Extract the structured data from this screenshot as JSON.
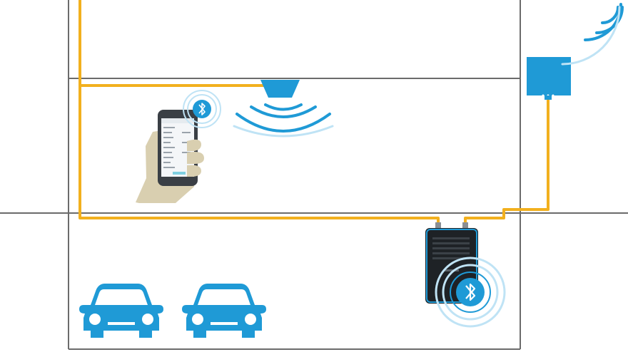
{
  "diagram": {
    "colors": {
      "wall": "#6b6b6b",
      "cable": "#f2b01e",
      "blue": "#1f9ad6",
      "wave_light": "#bfe3f5",
      "hand": "#d9cfb0",
      "phone_body": "#3a3f45",
      "device_body": "#1e2226",
      "white": "#ffffff"
    },
    "nodes": [
      {
        "id": "outdoor-antenna",
        "icon": "panel-antenna-icon",
        "signal": "wireless-signal-icon"
      },
      {
        "id": "indoor-dome-antenna",
        "icon": "dome-antenna-icon",
        "signal": "wireless-signal-icon"
      },
      {
        "id": "smartphone-app",
        "icon": "smartphone-icon",
        "badge": "bluetooth-icon"
      },
      {
        "id": "signal-booster",
        "icon": "signal-booster-icon",
        "badge": "bluetooth-icon"
      },
      {
        "id": "parked-cars",
        "icon": "car-icon",
        "count": 2
      }
    ]
  }
}
